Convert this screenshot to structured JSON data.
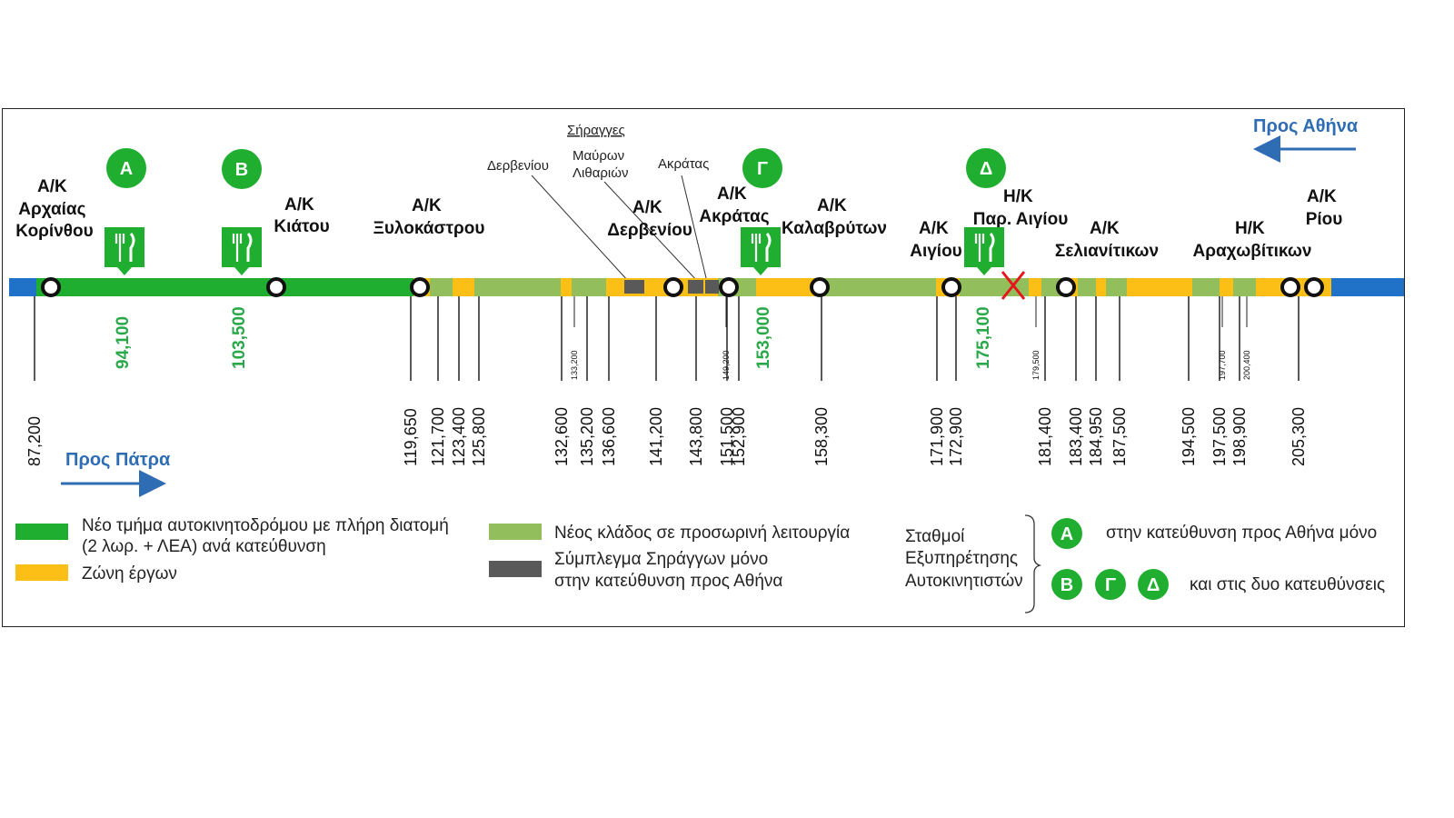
{
  "directions": {
    "athens": "Προς Αθήνα",
    "patras": "Προς Πάτρα"
  },
  "tunnels": {
    "heading": "Σήραγγες",
    "derveniou": "Δερβενίου",
    "mavron": [
      "Μαύρων",
      "Λιθαριών"
    ],
    "akratas": "Ακράτας"
  },
  "interchanges": [
    {
      "lines": [
        "Α/Κ",
        "Αρχαίας",
        "Κορίνθου"
      ]
    },
    {
      "lines": [
        "Α/Κ",
        "Κιάτου"
      ]
    },
    {
      "lines": [
        "Α/Κ",
        "Ξυλοκάστρου"
      ]
    },
    {
      "lines": [
        "Α/Κ",
        "Δερβενίου"
      ]
    },
    {
      "lines": [
        "Α/Κ",
        "Ακράτας"
      ]
    },
    {
      "lines": [
        "Α/Κ",
        "Καλαβρύτων"
      ]
    },
    {
      "lines": [
        "Α/Κ",
        "Αιγίου"
      ]
    },
    {
      "lines": [
        "Η/Κ",
        "Παρ. Αιγίου"
      ]
    },
    {
      "lines": [
        "Α/Κ",
        "Σελιανίτικων"
      ]
    },
    {
      "lines": [
        "Η/Κ",
        "Αραχωβίτικων"
      ]
    },
    {
      "lines": [
        "Α/Κ",
        "Ρίου"
      ]
    }
  ],
  "service_stations": [
    {
      "letter": "Α",
      "km": "94,100"
    },
    {
      "letter": "Β",
      "km": "103,500"
    },
    {
      "letter": "Γ",
      "km": "153,000"
    },
    {
      "letter": "Δ",
      "km": "175,100"
    }
  ],
  "km_labels": [
    "87,200",
    "119,650",
    "121,700",
    "123,400",
    "125,800",
    "132,600",
    "135,200",
    "136,600",
    "141,200",
    "143,800",
    "151,500",
    "152,900",
    "158,300",
    "171,900",
    "172,900",
    "181,400",
    "183,400",
    "184,950",
    "187,500",
    "194,500",
    "197,500",
    "198,900",
    "205,300"
  ],
  "km_small": [
    "133,200",
    "149,200",
    "179,500",
    "197,700",
    "200,400"
  ],
  "colors": {
    "new_full": "#1fae2f",
    "works": "#fcbf16",
    "temporary": "#92bf5b",
    "tunnel": "#595959",
    "existing": "#1f72c8",
    "station": "#1fae2f"
  },
  "legend": {
    "new_full": [
      "Νέο τμήμα αυτοκινητοδρόμου με πλήρη διατομή",
      "(2 λωρ. + ΛΕΑ) ανά κατεύθυνση"
    ],
    "works": "Ζώνη έργων",
    "temporary": "Νέος κλάδος σε προσωρινή λειτουργία",
    "tunnels": [
      "Σύμπλεγμα Σηράγγων μόνο",
      "στην κατεύθυνση προς Αθήνα"
    ],
    "stations_title": [
      "Σταθμοί",
      "Εξυπηρέτησης",
      "Αυτοκινητιστών"
    ],
    "athens_only_letter": "Α",
    "athens_only": "στην κατεύθυνση προς Αθήνα μόνο",
    "both_letters": [
      "Β",
      "Γ",
      "Δ"
    ],
    "both": "και στις δυο κατευθύνσεις"
  }
}
